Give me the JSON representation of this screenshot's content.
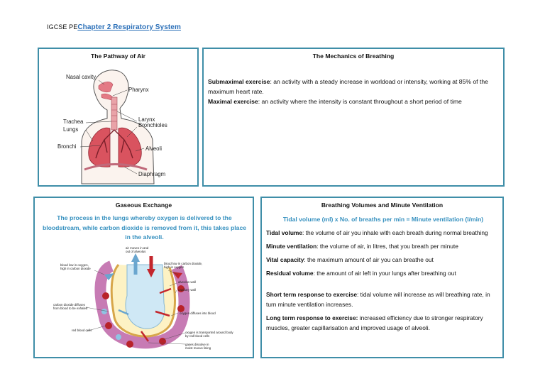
{
  "header": {
    "prefix": "IGCSE PE",
    "link": "Chapter 2 Respiratory System"
  },
  "pathway": {
    "title": "The Pathway of Air",
    "labels": {
      "nasal": "Nasal cavity",
      "pharynx": "Pharynx",
      "larynx": "Larynx",
      "bronchioles": "Bronchioles",
      "trachea": "Trachea",
      "lungs": "Lungs",
      "bronchi": "Bronchi",
      "alveoli": "Alveoli",
      "diaphragm": "Diaphragm"
    }
  },
  "mechanics": {
    "title": "The Mechanics of Breathing",
    "submax_term": "Submaximal exercise",
    "submax_def": ": an activity with a steady increase in worldoad or intensity, working at 85% of the maximum heart rate.",
    "max_term": "Maximal exercise",
    "max_def": ": an activity where the intensity is constant throughout a short period of time"
  },
  "gaseous": {
    "title": "Gaseous Exchange",
    "description": "The process in the lungs whereby oxygen is delivered to the bloodstream, while carbon dioxide is removed from it, this takes place in the alveoli.",
    "labels": {
      "air_moves_1": "air moves in and",
      "air_moves_2": "out of alveolus",
      "blood_low_o2_1": "blood low in oxygen,",
      "blood_low_o2_2": "high in carbon dioxide",
      "blood_low_co2_1": "blood low in carbon dioxide,",
      "blood_low_co2_2": "high in oxygen",
      "alveolus_wall": "alveolus wall",
      "capillary_wall": "capillary wall",
      "co2_diffuses_1": "carbon dioxide diffuses",
      "co2_diffuses_2": "from blood to be exhaled",
      "o2_diffuses": "oxygen diffuses into blood",
      "red_blood_cells": "red blood cells",
      "o2_transported_1": "oxygen is transported around body",
      "o2_transported_2": "by red blood cells",
      "gases_dissolve_1": "gases dissolve in",
      "gases_dissolve_2": "moist mucus lining"
    }
  },
  "volumes": {
    "title": "Breathing Volumes and Minute Ventilation",
    "formula": "Tidal volume (ml)  x  No. of breaths per min  =  Minute ventilation (l/min)",
    "items": [
      {
        "term": "Tidal volume",
        "def": ": the volume of air you inhale with each breath during normal breathing"
      },
      {
        "term": "Minute ventilation",
        "def": ": the volume of air, in litres, that you breath per minute"
      },
      {
        "term": "Vital capacity",
        "def": ": the maximum amount of air you can breathe out"
      },
      {
        "term": "Residual volume",
        "def": ": the amount of air left in your lungs after breathing out"
      }
    ],
    "responses": [
      {
        "term": "Short term response to exercise",
        "def": ": tidal volume will increase as will breathing rate, in turn minute ventilation increases."
      },
      {
        "term": "Long term response to exercise:",
        "def": " increased efficiency due to stronger respiratory muscles, greater capillarisation and improved usage of alveoli."
      }
    ]
  }
}
